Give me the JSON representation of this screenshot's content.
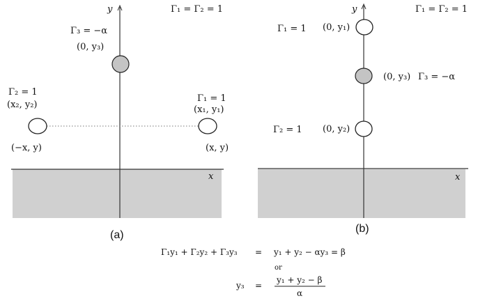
{
  "panel_a": {
    "caption": "(a)",
    "axis_y": "y",
    "axis_x": "x",
    "header": "Γ₁ = Γ₂ = 1",
    "gamma3_label": "Γ₃ = −α",
    "gamma3_coord": "(0, y₃)",
    "left_gamma": "Γ₂ = 1",
    "left_coord": "(x₂, y₂)",
    "left_pos": "(−x, y)",
    "right_gamma": "Γ₁ = 1",
    "right_coord": "(x₁, y₁)",
    "right_pos": "(x, y)"
  },
  "panel_b": {
    "caption": "(b)",
    "axis_y": "y",
    "axis_x": "x",
    "header": "Γ₁ = Γ₂ = 1",
    "top_gamma": "Γ₁ = 1",
    "top_coord": "(0, y₁)",
    "mid_coord": "(0, y₃)",
    "mid_gamma": "Γ₃ = −α",
    "bottom_gamma": "Γ₂ = 1",
    "bottom_coord": "(0, y₂)"
  },
  "equations": {
    "line1_lhs": "Γ₁y₁ + Γ₂y₂ + Γ₃y₃",
    "line1_eq": "=",
    "line1_rhs": "y₁ + y₂ − αy₃ = β",
    "or": "or",
    "line2_lhs": "y₃",
    "line2_eq": "=",
    "line2_num": "y₁ + y₂ − β",
    "line2_den": "α"
  },
  "colors": {
    "ground": "#d0d0d0",
    "vortex_filled": "#c4c4c4",
    "line": "#333333"
  }
}
